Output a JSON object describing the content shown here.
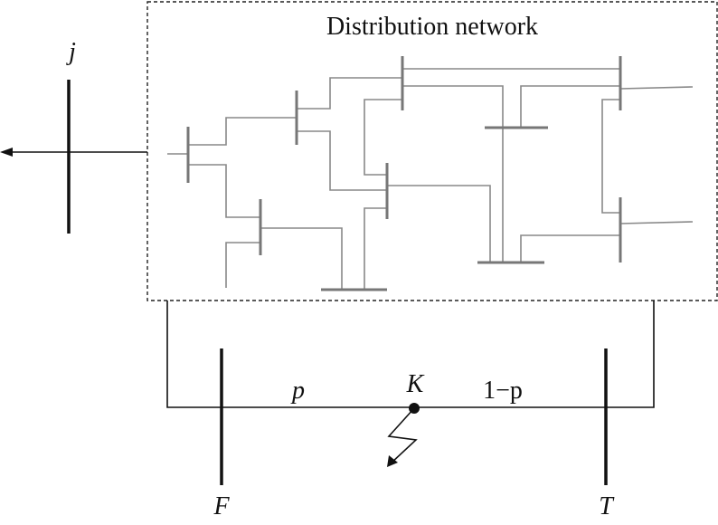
{
  "network": {
    "title": "Distribution network"
  },
  "bus_j": {
    "label": "j"
  },
  "bus_f": {
    "label": "F"
  },
  "bus_t": {
    "label": "T"
  },
  "fault": {
    "label": "K"
  },
  "segments": {
    "left": "p",
    "right": "1−p"
  },
  "colors": {
    "main": "#111111",
    "network": "#888888",
    "network_bus": "#777777"
  }
}
